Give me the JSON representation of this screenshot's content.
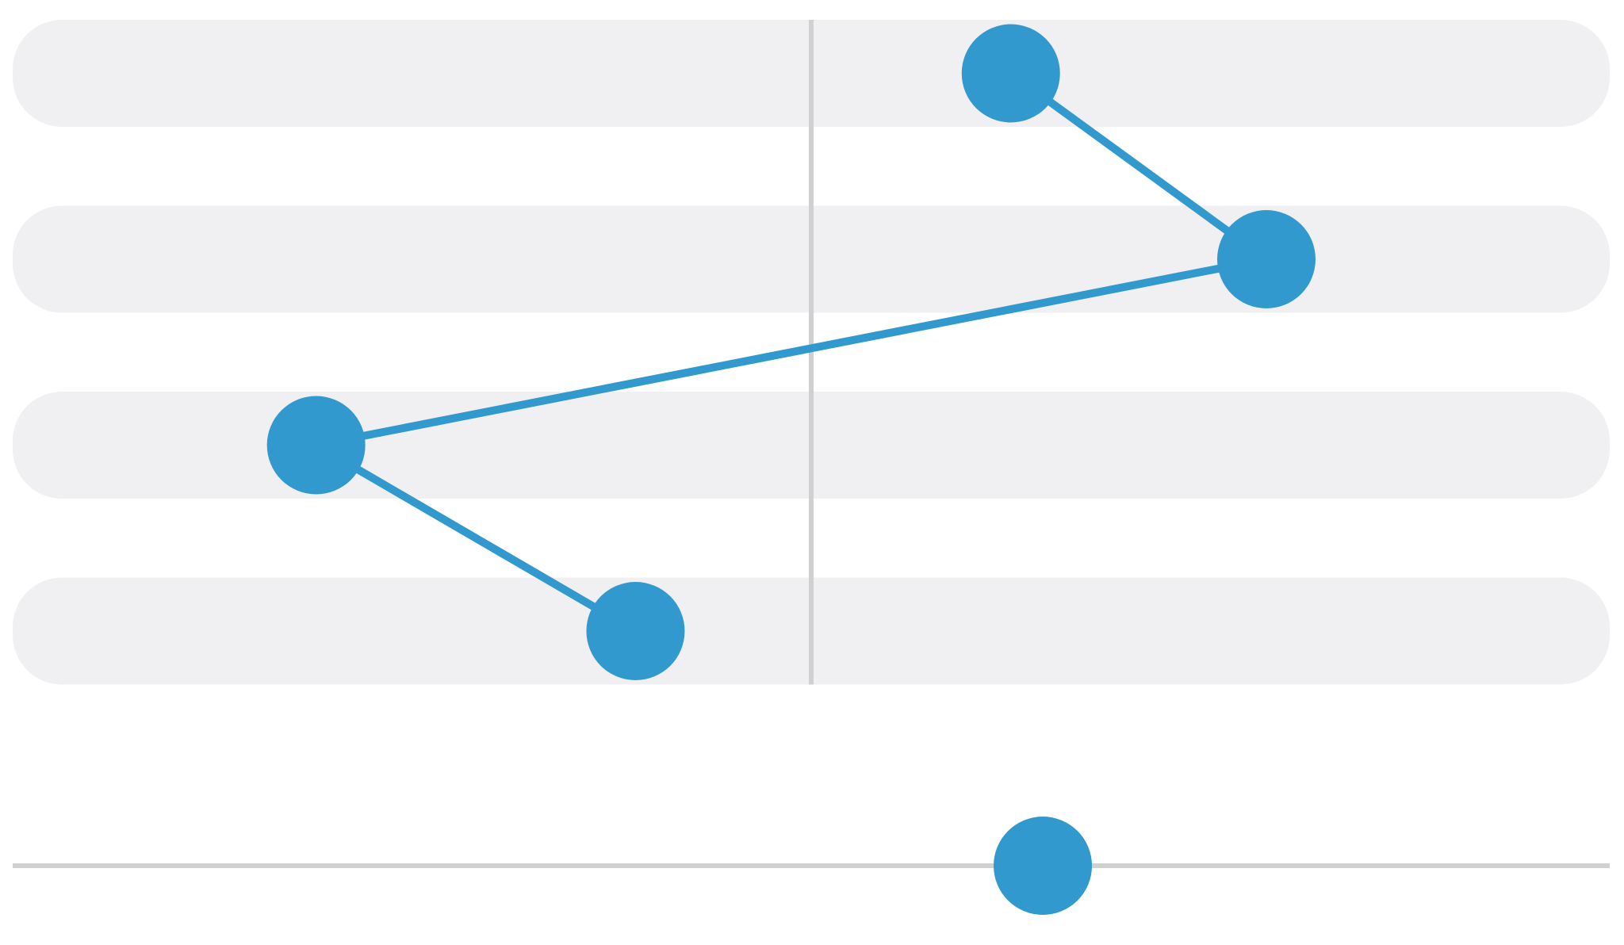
{
  "chart_data": {
    "type": "line",
    "orientation": "horizontal",
    "categories": [
      "",
      "",
      "",
      ""
    ],
    "values": [
      0.25,
      0.57,
      -0.62,
      -0.22
    ],
    "xlim": [
      -1,
      1
    ],
    "reference_line_at": 0,
    "grid": false,
    "legend": "none",
    "summary_slider_value": 0.29,
    "colors": {
      "series": "#3199CE",
      "band": "#F0F0F2",
      "reference_line": "#D0D0D0"
    }
  }
}
